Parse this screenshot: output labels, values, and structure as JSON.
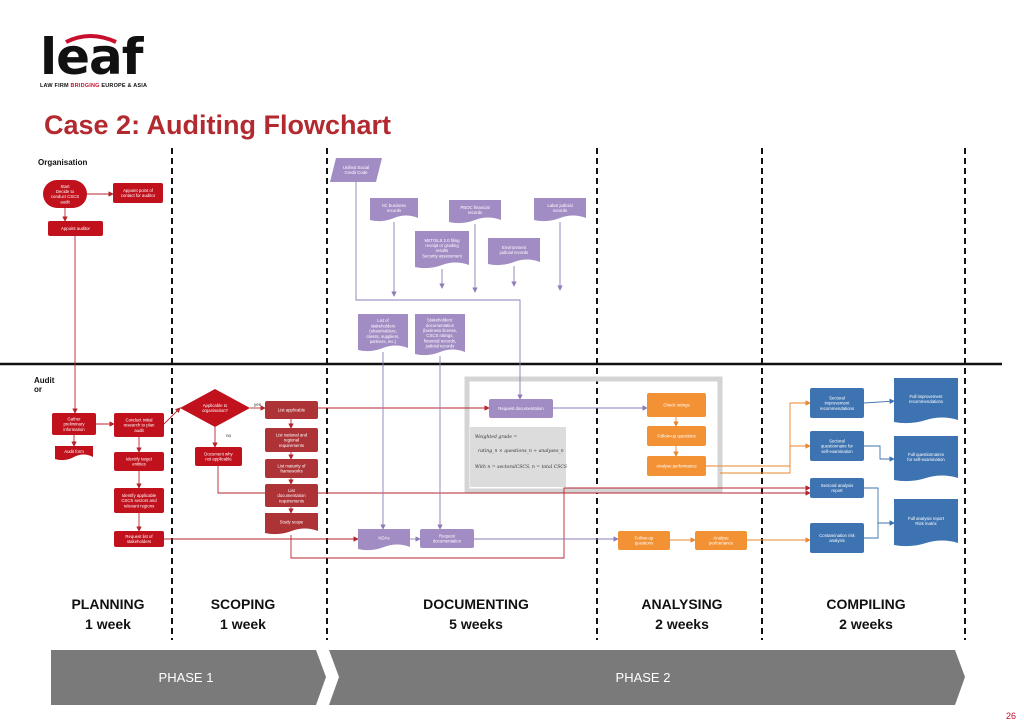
{
  "logo": {
    "word": "leaf",
    "tag_part1": "LAW FIRM ",
    "tag_bridging": "BRIDGING",
    "tag_part2": " EUROPE & ASIA"
  },
  "title": "Case 2: Auditing Flowchart",
  "lanes": {
    "organisation": "Organisation",
    "auditor_line1": "Audit",
    "auditor_line2": "or"
  },
  "planning": {
    "start": [
      "Start",
      "Decide to",
      "conduct CSCS",
      "audit"
    ],
    "appoint_contact": [
      "Appoint point of",
      "contact for auditor"
    ],
    "appoint_auditor": [
      "Appoint auditor"
    ],
    "gather_info": [
      "Gather",
      "preliminary",
      "information"
    ],
    "audit_form": [
      "Audit form"
    ],
    "initial_research": [
      "Conduct initial",
      "research to plan",
      "audit"
    ],
    "identify_entities": [
      "Identify target",
      "entities"
    ],
    "identify_sectors": [
      "Identify applicable",
      "CSCS sectors and",
      "relevant regions"
    ],
    "request_stakeholders": [
      "Request list of",
      "stakeholders"
    ]
  },
  "scoping": {
    "decision": [
      "Applicable to",
      "organisation?"
    ],
    "yes": "yes",
    "no": "no",
    "not_applicable": [
      "Document why",
      "not applicable"
    ],
    "list_applicable": [
      "List applicable"
    ],
    "list_national": [
      "List national and",
      "regional",
      "requirements"
    ],
    "list_maturity": [
      "List maturity of",
      "frameworks"
    ],
    "list_documentation": [
      "List",
      "documentation",
      "requirements"
    ],
    "study_scope": [
      "Study scope"
    ]
  },
  "documenting": {
    "unified_code": [
      "Unified Social",
      "Credit Code"
    ],
    "ic_records": [
      "IIC business",
      "records"
    ],
    "pboc_records": [
      "PBOC financial",
      "records"
    ],
    "labor_records": [
      "Labor judicial",
      "records"
    ],
    "miit_ratings": [
      "MIIT/SLS 2.0 filing",
      "receipt or grading",
      "results",
      "Security assessment"
    ],
    "environment_records": [
      "Environment",
      "judicial records"
    ],
    "stakeholder_list": [
      "List of",
      "stakeholders",
      "(shareholders,",
      "clients, suppliers,",
      "partners, etc.)"
    ],
    "stakeholder_docs": [
      "Stakeholders'",
      "documentation",
      "(business license,",
      "CSCS ratings,",
      "financial records,",
      "judicial records"
    ],
    "ndas": [
      "NDAs"
    ],
    "request_doc_lower": [
      "Request",
      "documentation"
    ],
    "request_doc_upper": [
      "Request documentation"
    ],
    "formula_line1": "Weighted grade =",
    "formula_line2": "rating_n × questions_n ÷ analyses_n",
    "formula_line3": "With n = sectoralCSCS, n = total CSCS"
  },
  "analysing": {
    "check_ratings": [
      "Check ratings"
    ],
    "followup_questions": [
      "Follow-up questions"
    ],
    "analyse_performance": [
      "Analyse performance"
    ],
    "followup_questions_lower": [
      "Follow-up",
      "questions"
    ],
    "analyse_performance_lower": [
      "Analyse",
      "performance"
    ]
  },
  "compiling": {
    "sectoral_improvement": [
      "Sectoral",
      "improvement",
      "recommendations"
    ],
    "sectoral_questionnaire": [
      "Sectoral",
      "questionnaire for",
      "self-examination"
    ],
    "sectoral_analysis": [
      "Sectoral analysis",
      "report"
    ],
    "contamination": [
      "Contamination risk",
      "analysis"
    ],
    "full_improvement": [
      "Full improvement",
      "recommendations"
    ],
    "full_questionnaire": [
      "Full questionnaires",
      "for self-examination"
    ],
    "full_analysis": [
      "Full analysis report",
      "Risk matrix"
    ]
  },
  "stages": [
    {
      "name": "PLANNING",
      "duration": "1 week"
    },
    {
      "name": "SCOPING",
      "duration": "1 week"
    },
    {
      "name": "DOCUMENTING",
      "duration": "5 weeks"
    },
    {
      "name": "ANALYSING",
      "duration": "2 weeks"
    },
    {
      "name": "COMPILING",
      "duration": "2 weeks"
    }
  ],
  "phases": [
    "PHASE 1",
    "PHASE 2"
  ],
  "page_number": "26",
  "colors": {
    "red": "#c0111d",
    "red_dark": "#ad3337",
    "purple": "#a28cc4",
    "orange": "#f39235",
    "blue": "#3d73b1",
    "title": "#b22a2f",
    "phase": "#7a7a7a"
  }
}
